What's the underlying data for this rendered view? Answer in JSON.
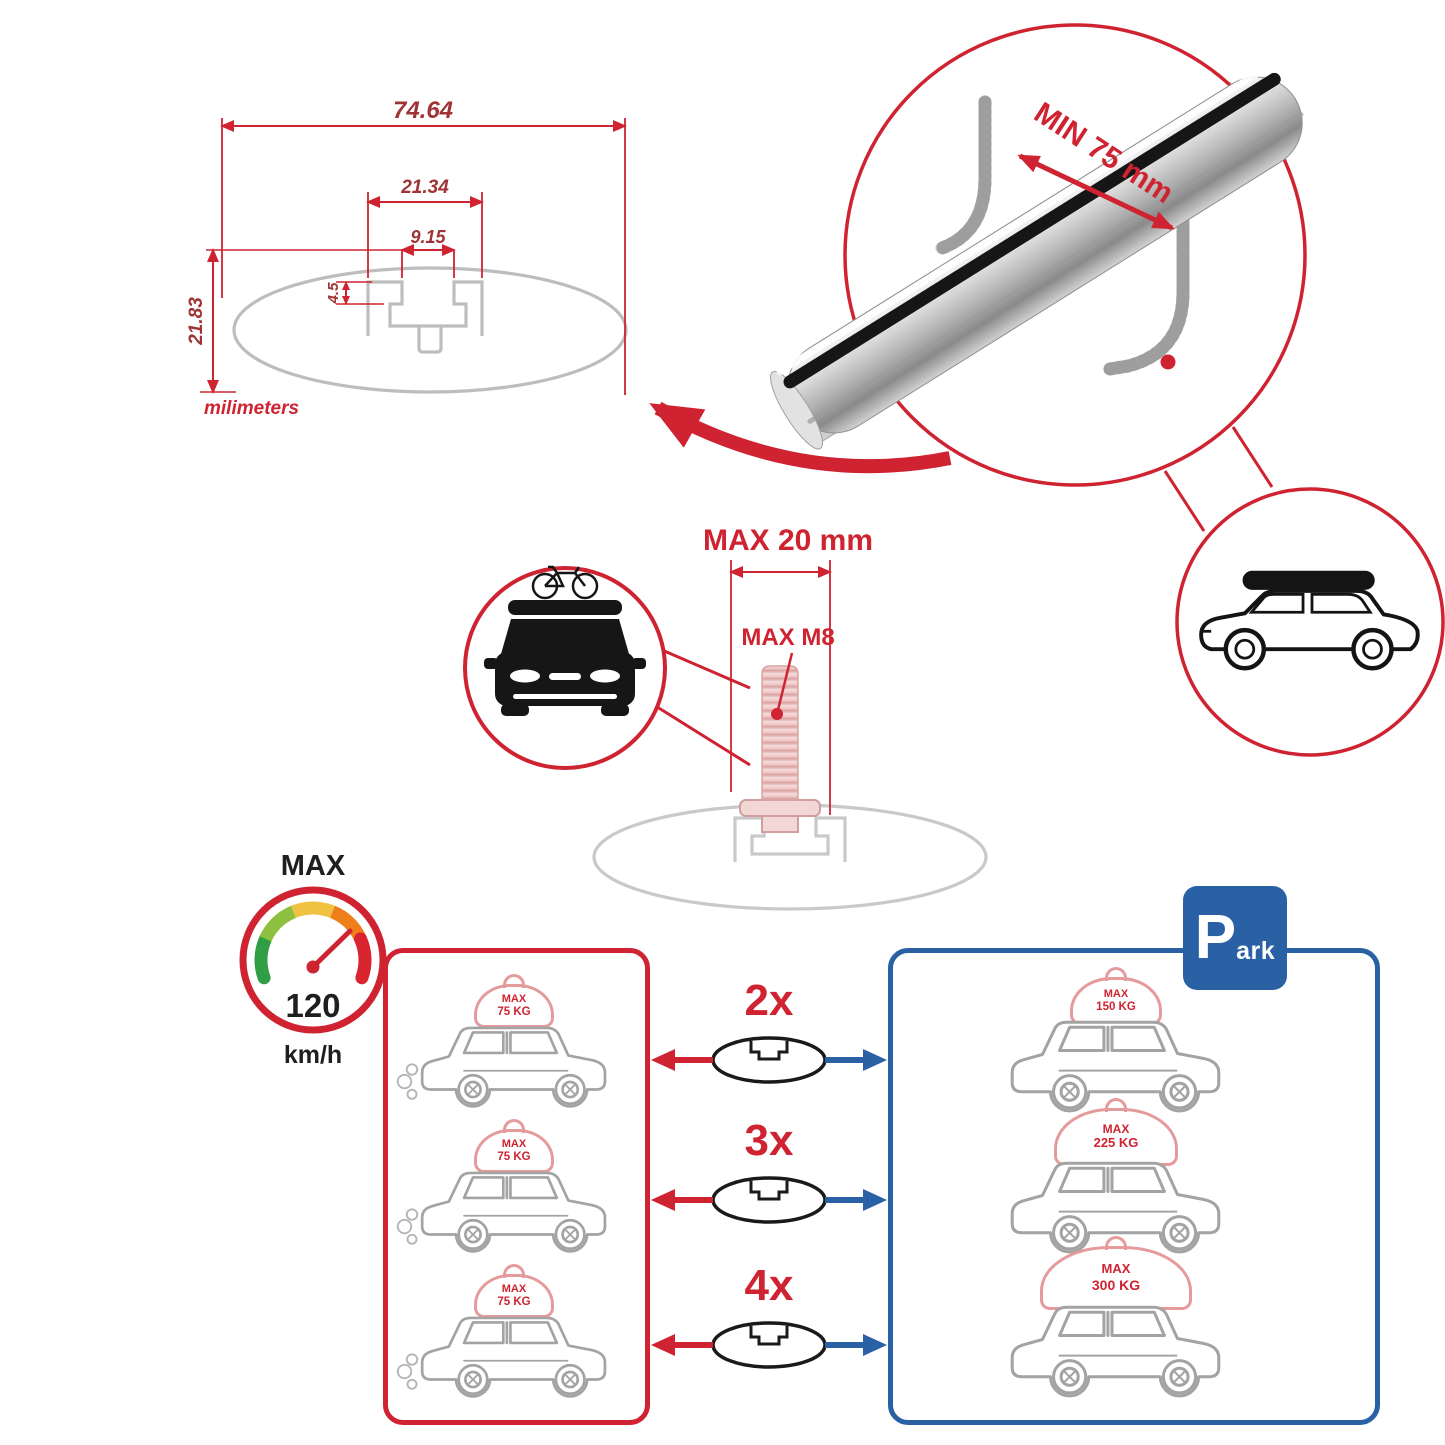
{
  "colors": {
    "red": "#cf2331",
    "blue": "#2a61a5",
    "gray": "#bdbdbd",
    "dark": "#1f1f1f",
    "pink": "#e59b9b"
  },
  "cross_section": {
    "dim_total_width": "74.64",
    "dim_slot_outer": "21.34",
    "dim_slot_inner": "9.15",
    "dim_lip_depth": "4.5",
    "dim_total_height": "21.83",
    "units_label": "milimeters"
  },
  "clamp_detail": {
    "min_span_label": "MIN 75 mm"
  },
  "bolt_detail": {
    "max_length_label": "MAX 20 mm",
    "max_thread_label": "MAX M8"
  },
  "speed_limit": {
    "title": "MAX",
    "value": "120",
    "unit": "km/h"
  },
  "driving_panel": {
    "cars": [
      {
        "max_label": "MAX",
        "weight": "75 KG"
      },
      {
        "max_label": "MAX",
        "weight": "75 KG"
      },
      {
        "max_label": "MAX",
        "weight": "75 KG"
      }
    ]
  },
  "parking_panel": {
    "sign_letter": "P",
    "sign_suffix": "ark",
    "cars": [
      {
        "max_label": "MAX",
        "weight": "150 KG"
      },
      {
        "max_label": "MAX",
        "weight": "225 KG"
      },
      {
        "max_label": "MAX",
        "weight": "300 KG"
      }
    ]
  },
  "multipliers": [
    {
      "label": "2x"
    },
    {
      "label": "3x"
    },
    {
      "label": "4x"
    }
  ]
}
